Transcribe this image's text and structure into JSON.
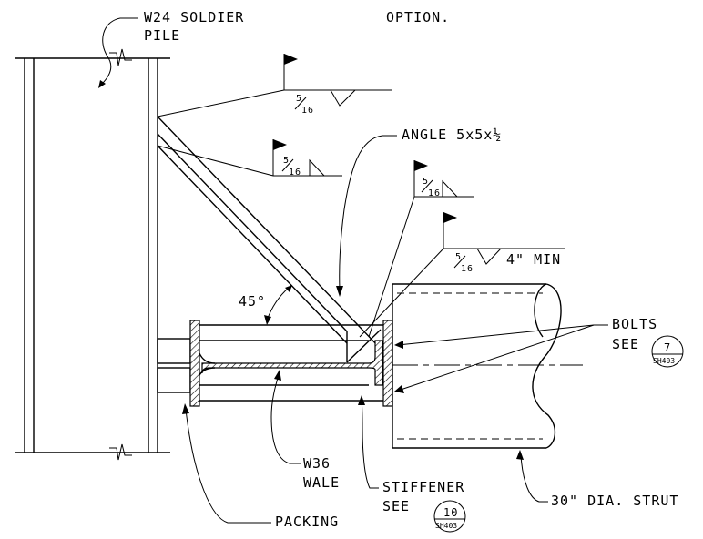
{
  "labels": {
    "option": "OPTION.",
    "soldier_pile_1": "W24 SOLDIER",
    "soldier_pile_2": "PILE",
    "angle": "ANGLE 5x5x½",
    "angle_45": "45°",
    "bolts": "BOLTS",
    "bolts_see": "SEE",
    "wale_1": "W36",
    "wale_2": "WALE",
    "stiffener_1": "STIFFENER",
    "stiffener_see": "SEE",
    "packing": "PACKING",
    "strut": "30\" DIA. STRUT",
    "weld_min": "4\" MIN"
  },
  "welds": {
    "size_num": "5",
    "size_den": "16"
  },
  "details": {
    "bolts_detail_num": "7",
    "bolts_detail_sheet": "SH403",
    "stiffener_detail_num": "10",
    "stiffener_detail_sheet": "SH403"
  }
}
